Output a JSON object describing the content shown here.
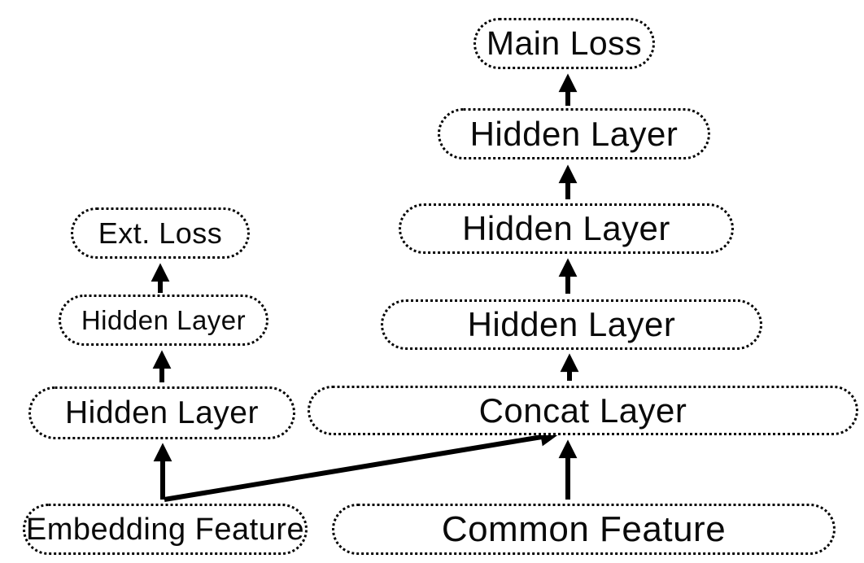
{
  "diagram": {
    "title": "",
    "colors": {
      "background": "#ffffff",
      "node_border": "#000000",
      "node_fill": "#ffffff",
      "text": "#0a0a0a",
      "arrow": "#000000"
    },
    "nodes": {
      "ext_loss": "Ext. Loss",
      "hidden_l2": "Hidden Layer",
      "hidden_l1": "Hidden Layer",
      "embedding_feature": "Embedding Feature",
      "main_loss": "Main Loss",
      "hidden_r3": "Hidden Layer",
      "hidden_r2": "Hidden Layer",
      "hidden_r1": "Hidden Layer",
      "concat_layer": "Concat Layer",
      "common_feature": "Common Feature"
    },
    "edges": [
      {
        "from": "embedding_feature",
        "to": "hidden_l1"
      },
      {
        "from": "hidden_l1",
        "to": "hidden_l2"
      },
      {
        "from": "hidden_l2",
        "to": "ext_loss"
      },
      {
        "from": "embedding_feature",
        "to": "concat_layer"
      },
      {
        "from": "common_feature",
        "to": "concat_layer"
      },
      {
        "from": "concat_layer",
        "to": "hidden_r1"
      },
      {
        "from": "hidden_r1",
        "to": "hidden_r2"
      },
      {
        "from": "hidden_r2",
        "to": "hidden_r3"
      },
      {
        "from": "hidden_r3",
        "to": "main_loss"
      }
    ]
  }
}
